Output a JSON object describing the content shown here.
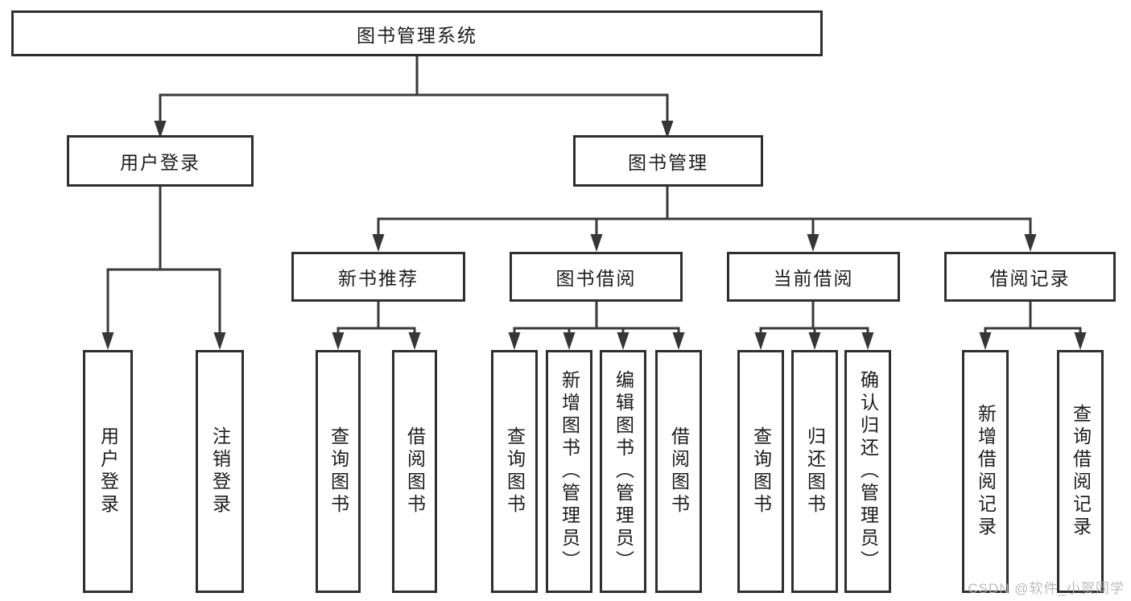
{
  "diagram": {
    "type": "hierarchy-tree",
    "root": {
      "label": "图书管理系统"
    },
    "branches": [
      {
        "label": "用户登录",
        "children": [
          {
            "label": "用户登录"
          },
          {
            "label": "注销登录"
          }
        ]
      },
      {
        "label": "图书管理",
        "children": [
          {
            "label": "新书推荐",
            "children": [
              {
                "label": "查询图书"
              },
              {
                "label": "借阅图书"
              }
            ]
          },
          {
            "label": "图书借阅",
            "children": [
              {
                "label": "查询图书"
              },
              {
                "label": "新增图书（管理员）"
              },
              {
                "label": "编辑图书（管理员）"
              },
              {
                "label": "借阅图书"
              }
            ]
          },
          {
            "label": "当前借阅",
            "children": [
              {
                "label": "查询图书"
              },
              {
                "label": "归还图书"
              },
              {
                "label": "确认归还（管理员）"
              }
            ]
          },
          {
            "label": "借阅记录",
            "children": [
              {
                "label": "新增借阅记录"
              },
              {
                "label": "查询借阅记录"
              }
            ]
          }
        ]
      }
    ],
    "colors": {
      "line": "#3a3a3a",
      "border": "#2f2f2f",
      "text": "#1c1c1c",
      "background": "#ffffff"
    }
  },
  "watermark": {
    "text": "CSDN @软件_小贺同学",
    "color": "#b5b5b5"
  }
}
